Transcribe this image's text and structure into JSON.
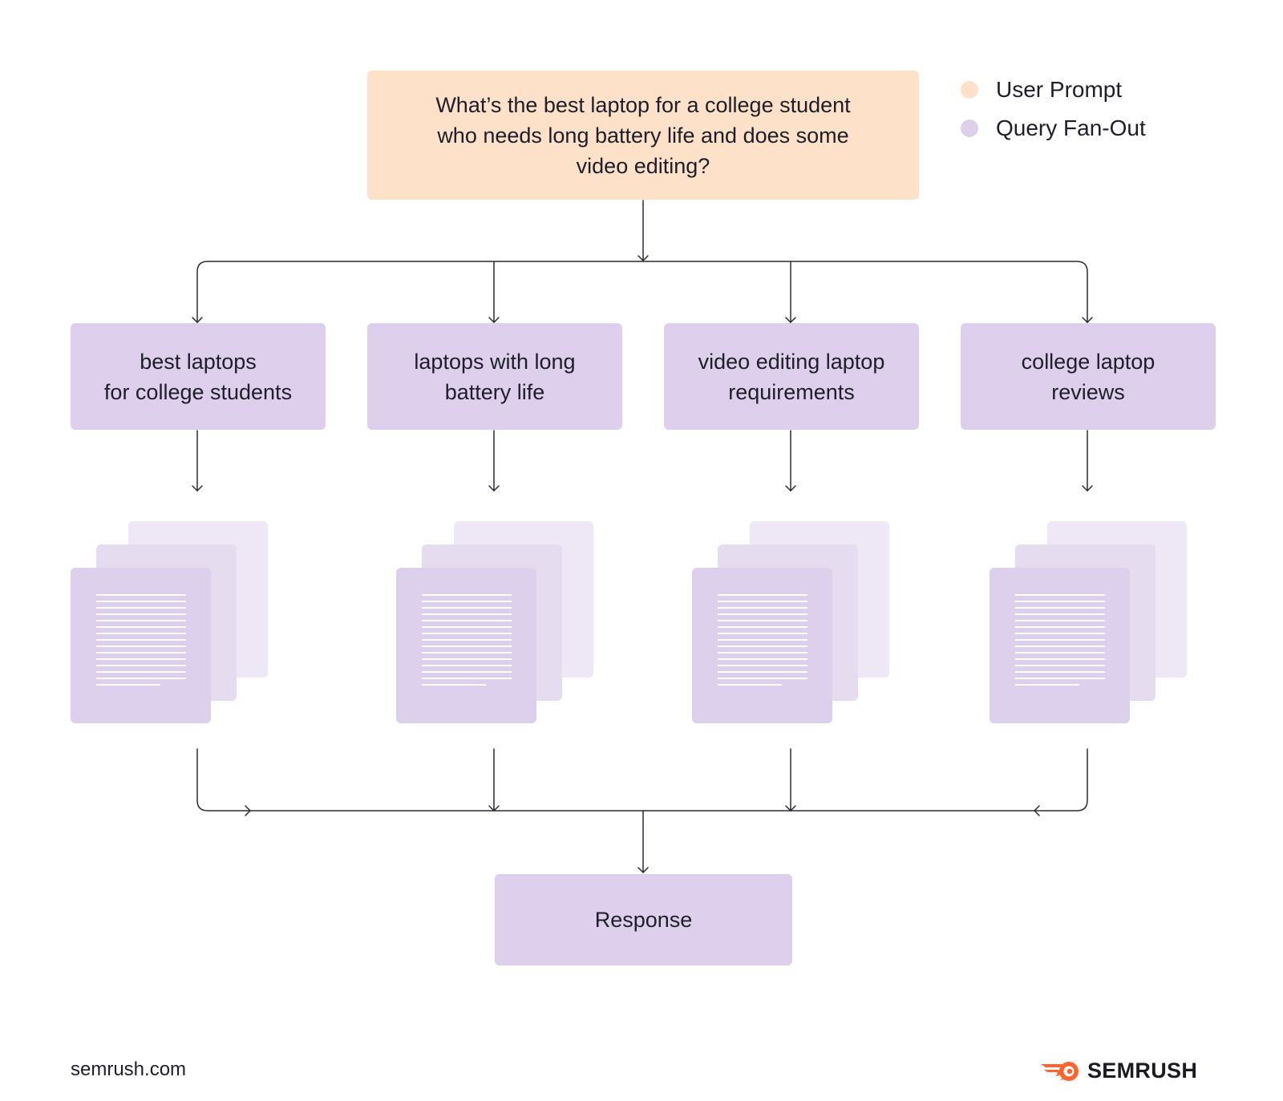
{
  "prompt": {
    "text": "What’s the best laptop for a college student\nwho needs long battery life and does some\nvideo editing?"
  },
  "legend": [
    {
      "label": "User Prompt",
      "color": "#fde1c8"
    },
    {
      "label": "Query Fan-Out",
      "color": "#ded0ec"
    }
  ],
  "queries": [
    {
      "text": "best laptops\nfor college students"
    },
    {
      "text": "laptops with long\nbattery life"
    },
    {
      "text": "video editing laptop\nrequirements"
    },
    {
      "text": "college laptop\nreviews"
    }
  ],
  "documents_icon": "document-stack-icon",
  "response": {
    "text": "Response"
  },
  "footer": {
    "url": "semrush.com",
    "brand": "SEMRUSH",
    "brand_icon": "semrush-flame-logo"
  },
  "colors": {
    "prompt_fill": "#fde1c8",
    "query_fill": "#ded0ec",
    "connector": "#2a2a35",
    "brand_orange": "#ff642d"
  }
}
